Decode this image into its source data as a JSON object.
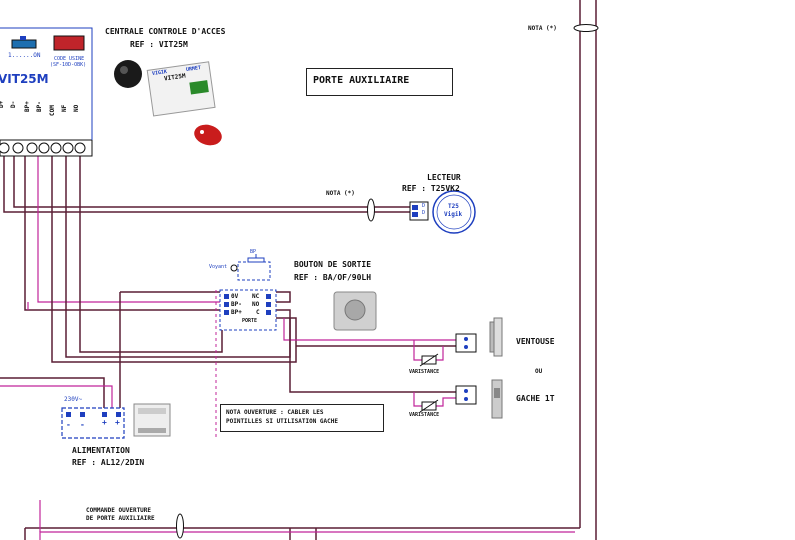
{
  "colors": {
    "wire_dark": "#5a1f35",
    "wire_magenta": "#c0249a",
    "dashed_blue": "#1e3fbf",
    "black": "#111111"
  },
  "central": {
    "title_line1": "CENTRALE CONTROLE D'ACCES",
    "title_line2": "REF : VIT25M",
    "module_name": "VIT25M",
    "dip_label": "1......ON",
    "code_usine_line1": "CODE USINE",
    "code_usine_line2": "(SF-10D-OBK)",
    "terminals": [
      "D+",
      "D-",
      "BP+",
      "BP-",
      "COM",
      "NF",
      "NO"
    ],
    "device_label": "VIT25M",
    "device_brand": "VIGIK",
    "device_brand2": "URMET"
  },
  "title_box": "PORTE AUXILIAIRE",
  "nota_top": "NOTA (*)",
  "nota_mid": "NOTA (*)",
  "lecteur": {
    "line1": "LECTEUR",
    "line2": "REF : T25VK2",
    "badge_line1": "T25",
    "badge_line2": "Vigik",
    "terminal1": "D",
    "terminal2": "D"
  },
  "bouton": {
    "line1": "BOUTON DE SORTIE",
    "line2": "REF : BA/OF/90LH",
    "voyant": "Voyant",
    "bp": "BP",
    "terminals_left": [
      "0V",
      "BP-",
      "BP+"
    ],
    "terminals_right": [
      "NC",
      "NO",
      "C"
    ],
    "porte": "PORTE"
  },
  "ventouse": "VENTOUSE",
  "ou": "OU",
  "gache": "GACHE 1T",
  "varistance1": "VARISTANCE",
  "varistance2": "VARISTANCE",
  "nota_ouverture_line1": "NOTA OUVERTURE : CABLER LES",
  "nota_ouverture_line2": "POINTILLES SI UTILISATION GACHE",
  "alim": {
    "voltage": "230V~",
    "line1": "ALIMENTATION",
    "line2": "REF : AL12/2DIN",
    "plus1": "+",
    "plus2": "+",
    "minus1": "-",
    "minus2": "-"
  },
  "commande": {
    "line1": "COMMANDE OUVERTURE",
    "line2": "DE PORTE AUXILIAIRE"
  }
}
